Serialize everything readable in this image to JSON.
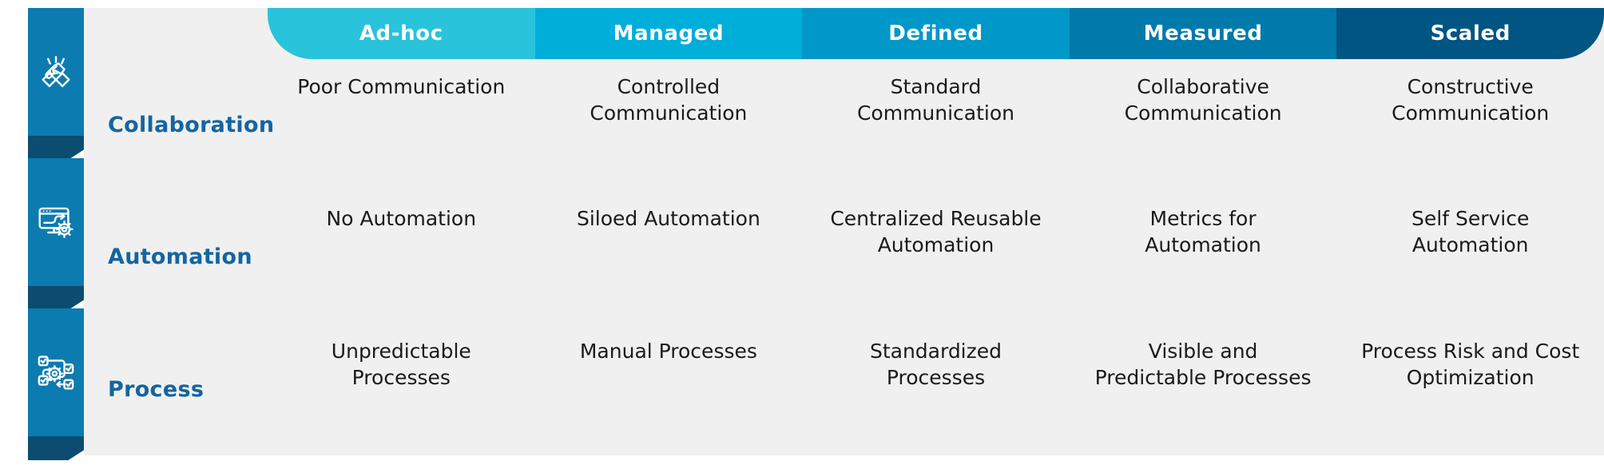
{
  "theme": {
    "panel_bg": "#f0f0f0",
    "page_bg": "#ffffff",
    "rail_blue": "#0b7bb0",
    "rail_notch_navy": "#0b4c70",
    "row_label_blue": "#14659f",
    "cell_text": "#1a1a1a",
    "tab_colors": [
      "#29c3dc",
      "#00aeda",
      "#0098c8",
      "#0079ab",
      "#015583"
    ]
  },
  "header": {
    "stages": [
      {
        "label": "Ad-hoc"
      },
      {
        "label": "Managed"
      },
      {
        "label": "Defined"
      },
      {
        "label": "Measured"
      },
      {
        "label": "Scaled"
      }
    ]
  },
  "rows": [
    {
      "label": "Collaboration",
      "icon": "handshake-icon",
      "cells": [
        "Poor Communication",
        "Controlled Communication",
        "Standard Communication",
        "Collaborative Communication",
        "Constructive Communication"
      ]
    },
    {
      "label": "Automation",
      "icon": "monitor-gear-icon",
      "cells": [
        "No Automation",
        "Siloed Automation",
        "Centralized Reusable Automation",
        "Metrics for Automation",
        "Self Service Automation"
      ]
    },
    {
      "label": "Process",
      "icon": "workflow-gear-icon",
      "cells": [
        "Unpredictable Processes",
        "Manual Processes",
        "Standardized Processes",
        "Visible and Predictable Processes",
        "Process Risk and Cost Optimization"
      ]
    }
  ]
}
